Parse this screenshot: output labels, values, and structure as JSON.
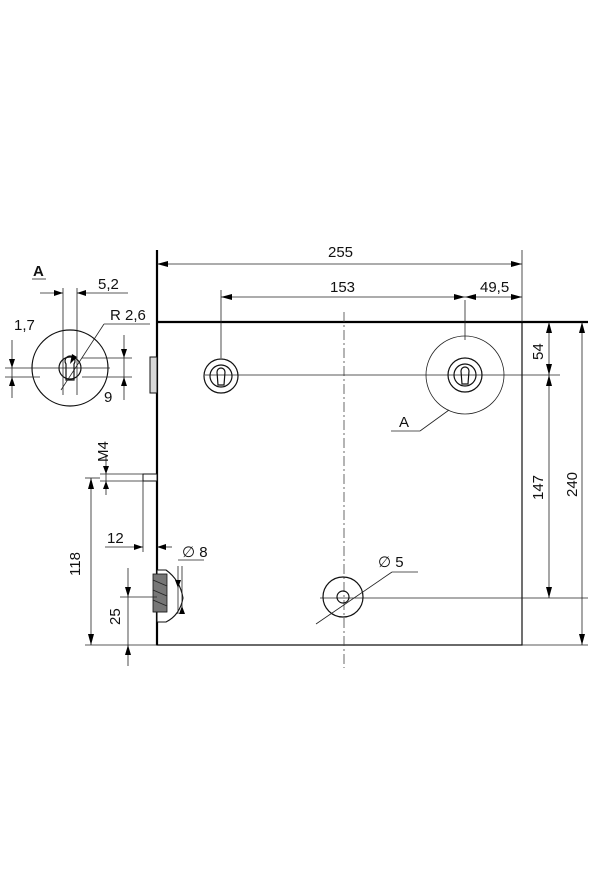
{
  "detail": {
    "label": "A",
    "dim_slot_width": "5,2",
    "dim_radius": "R 2,6",
    "dim_offset": "1,7",
    "dim_small": "9"
  },
  "side_view": {
    "thread": "M4",
    "dim_height": "118",
    "dim_wall": "12",
    "dim_hole": "∅ 8",
    "dim_bottom": "25"
  },
  "front_view": {
    "dim_total_width": "255",
    "dim_hole_spacing": "153",
    "dim_right_offset": "49,5",
    "dim_top_offset": "54",
    "dim_vertical_spacing": "147",
    "dim_total_height": "240",
    "dim_bottom_hole": "∅ 5",
    "callout": "A"
  }
}
